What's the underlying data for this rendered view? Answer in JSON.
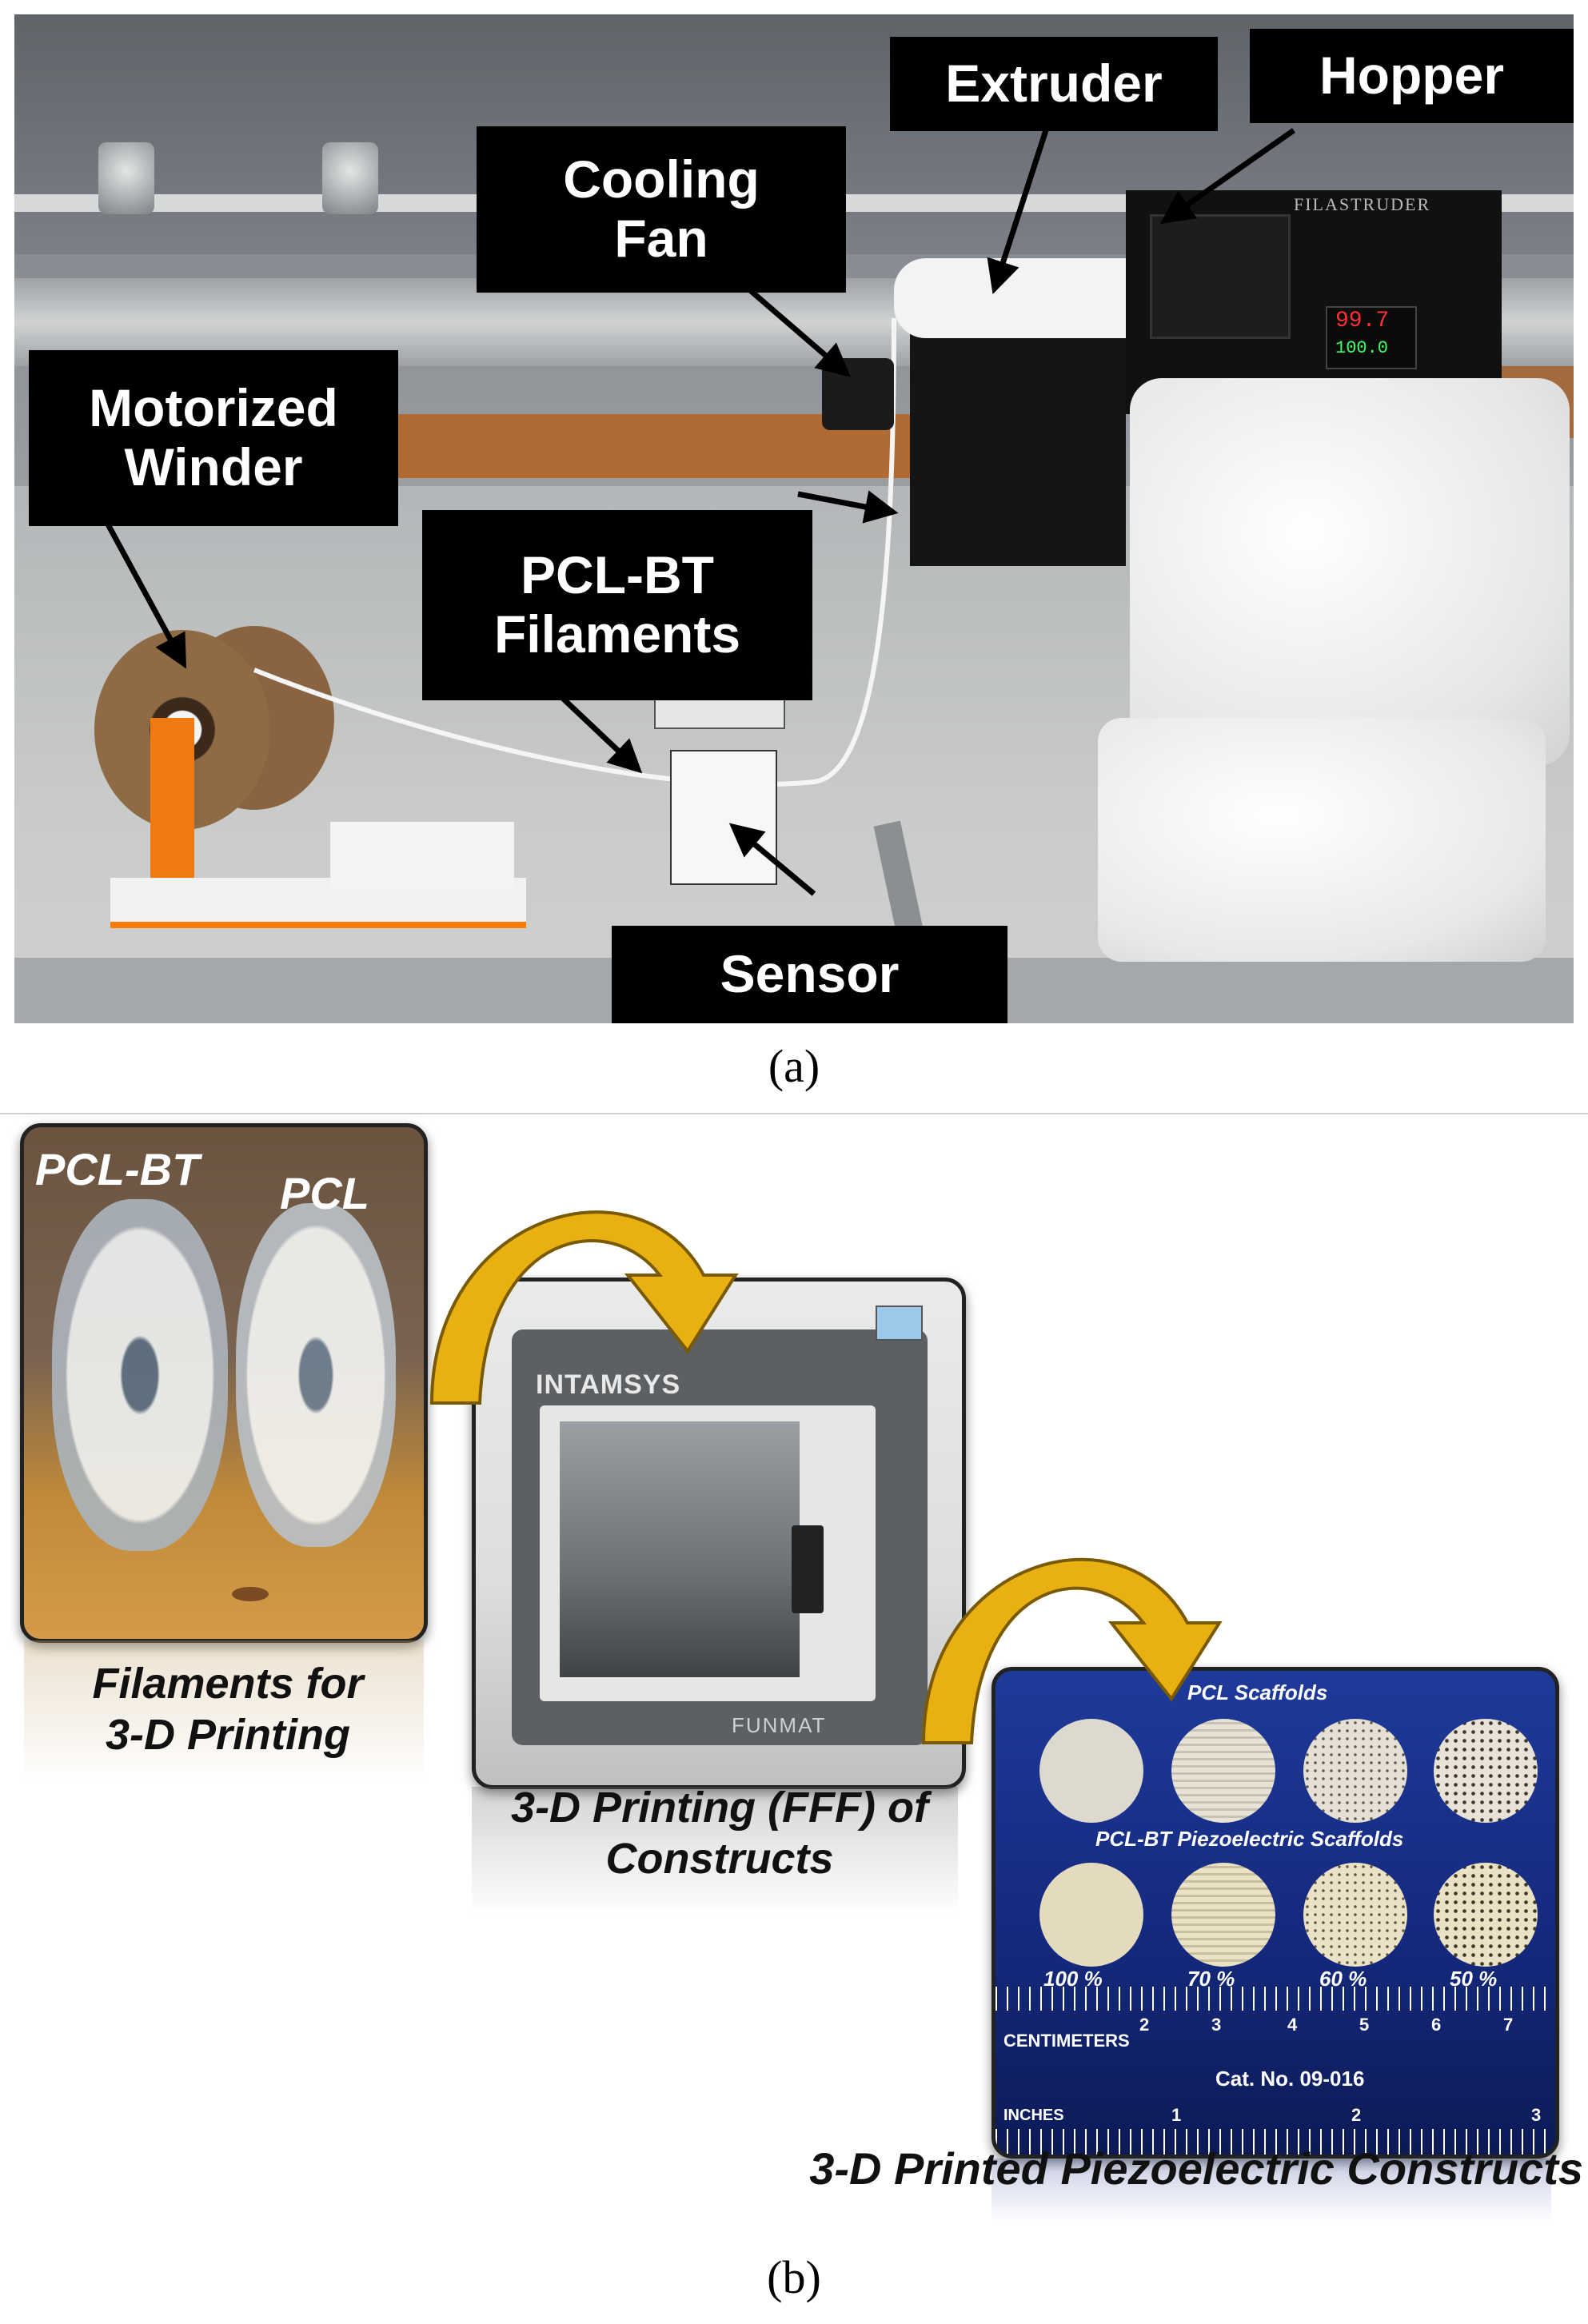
{
  "panel_a": {
    "caption": "(a)",
    "callouts": {
      "extruder": "Extruder",
      "hopper": "Hopper",
      "cooling_fan_line1": "Cooling",
      "cooling_fan_line2": "Fan",
      "motorized_winder_line1": "Motorized",
      "motorized_winder_line2": "Winder",
      "filaments_line1": "PCL-BT",
      "filaments_line2": "Filaments",
      "sensor": "Sensor"
    },
    "device_text": {
      "brand": "FILASTRUDER",
      "display_top": "99.7",
      "display_bottom": "100.0"
    }
  },
  "panel_b": {
    "caption": "(b)",
    "filaments": {
      "tag_left": "PCL-BT",
      "tag_right": "PCL",
      "label_line1": "Filaments for",
      "label_line2": "3-D Printing"
    },
    "printer": {
      "brand": "INTAMSYS",
      "model": "FUNMAT",
      "label_line1": "3-D Printing (FFF) of",
      "label_line2": "Constructs"
    },
    "constructs": {
      "title_pcl": "PCL Scaffolds",
      "title_pclbt": "PCL-BT Piezoelectric Scaffolds",
      "percentages": [
        "100 %",
        "70 %",
        "60 %",
        "50 %"
      ],
      "ruler_cm_label": "CENTIMETERS",
      "ruler_in_label": "INCHES",
      "ruler_cm_numbers": [
        "2",
        "3",
        "4",
        "5",
        "6",
        "7"
      ],
      "ruler_in_numbers": [
        "1",
        "2",
        "3"
      ],
      "catalog": "Cat. No. 09-016",
      "label": "3-D Printed Piezoelectric Constructs"
    }
  },
  "colors": {
    "arrow_yellow": "#e8b010",
    "arrow_outline": "#7a5a00",
    "scaffold_board": "#1a2d7a",
    "callout_bg": "#000000",
    "callout_text": "#ffffff"
  }
}
